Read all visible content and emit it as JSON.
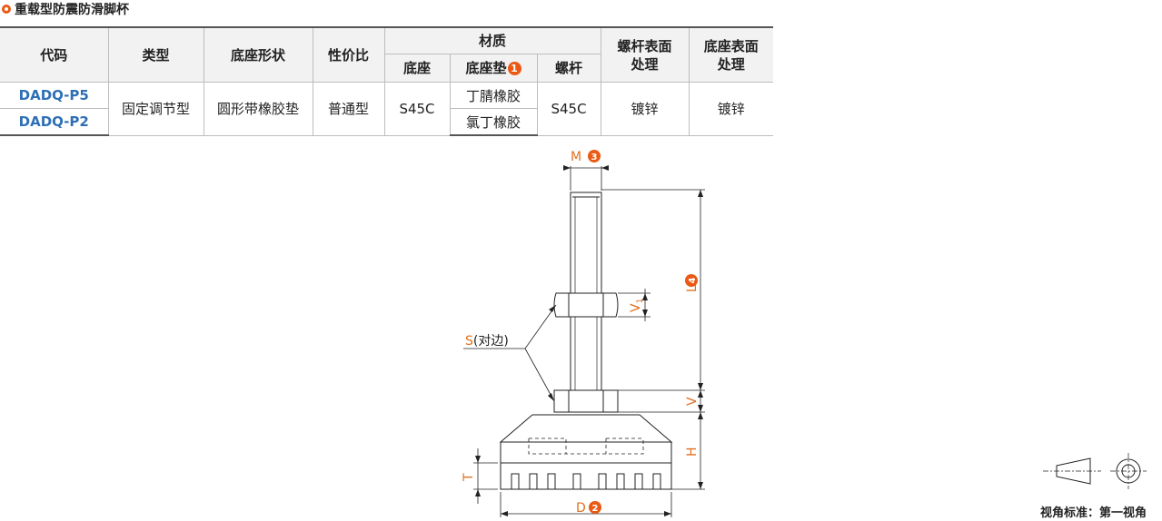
{
  "title": "重载型防震防滑脚杯",
  "colors": {
    "accent": "#ea5a14",
    "code_blue": "#2f6fb5",
    "dim_orange": "#e07020"
  },
  "table": {
    "headers": {
      "code": "代码",
      "type": "类型",
      "base_shape": "底座形状",
      "value": "性价比",
      "material": "材质",
      "material_base": "底座",
      "material_pad": "底座垫",
      "material_pad_badge": "1",
      "material_rod": "螺杆",
      "rod_surface": "螺杆表面处理",
      "base_surface": "底座表面处理"
    },
    "rows": [
      {
        "code": "DADQ-P5",
        "pad": "丁腈橡胶"
      },
      {
        "code": "DADQ-P2",
        "pad": "氯丁橡胶"
      }
    ],
    "shared": {
      "type": "固定调节型",
      "base_shape": "圆形带橡胶垫",
      "value": "普通型",
      "base": "S45C",
      "rod": "S45C",
      "rod_surface": "镀锌",
      "base_surface": "镀锌"
    }
  },
  "drawing": {
    "labels": {
      "M": "M",
      "M_badge": "3",
      "L": "L",
      "L_badge": "4",
      "V1_main": "V",
      "V1_sub": "1",
      "V": "V",
      "H": "H",
      "T": "T",
      "D": "D",
      "D_badge": "2",
      "S": "S",
      "S_note": "(对边)"
    }
  },
  "view_standard": "视角标准：第一视角"
}
